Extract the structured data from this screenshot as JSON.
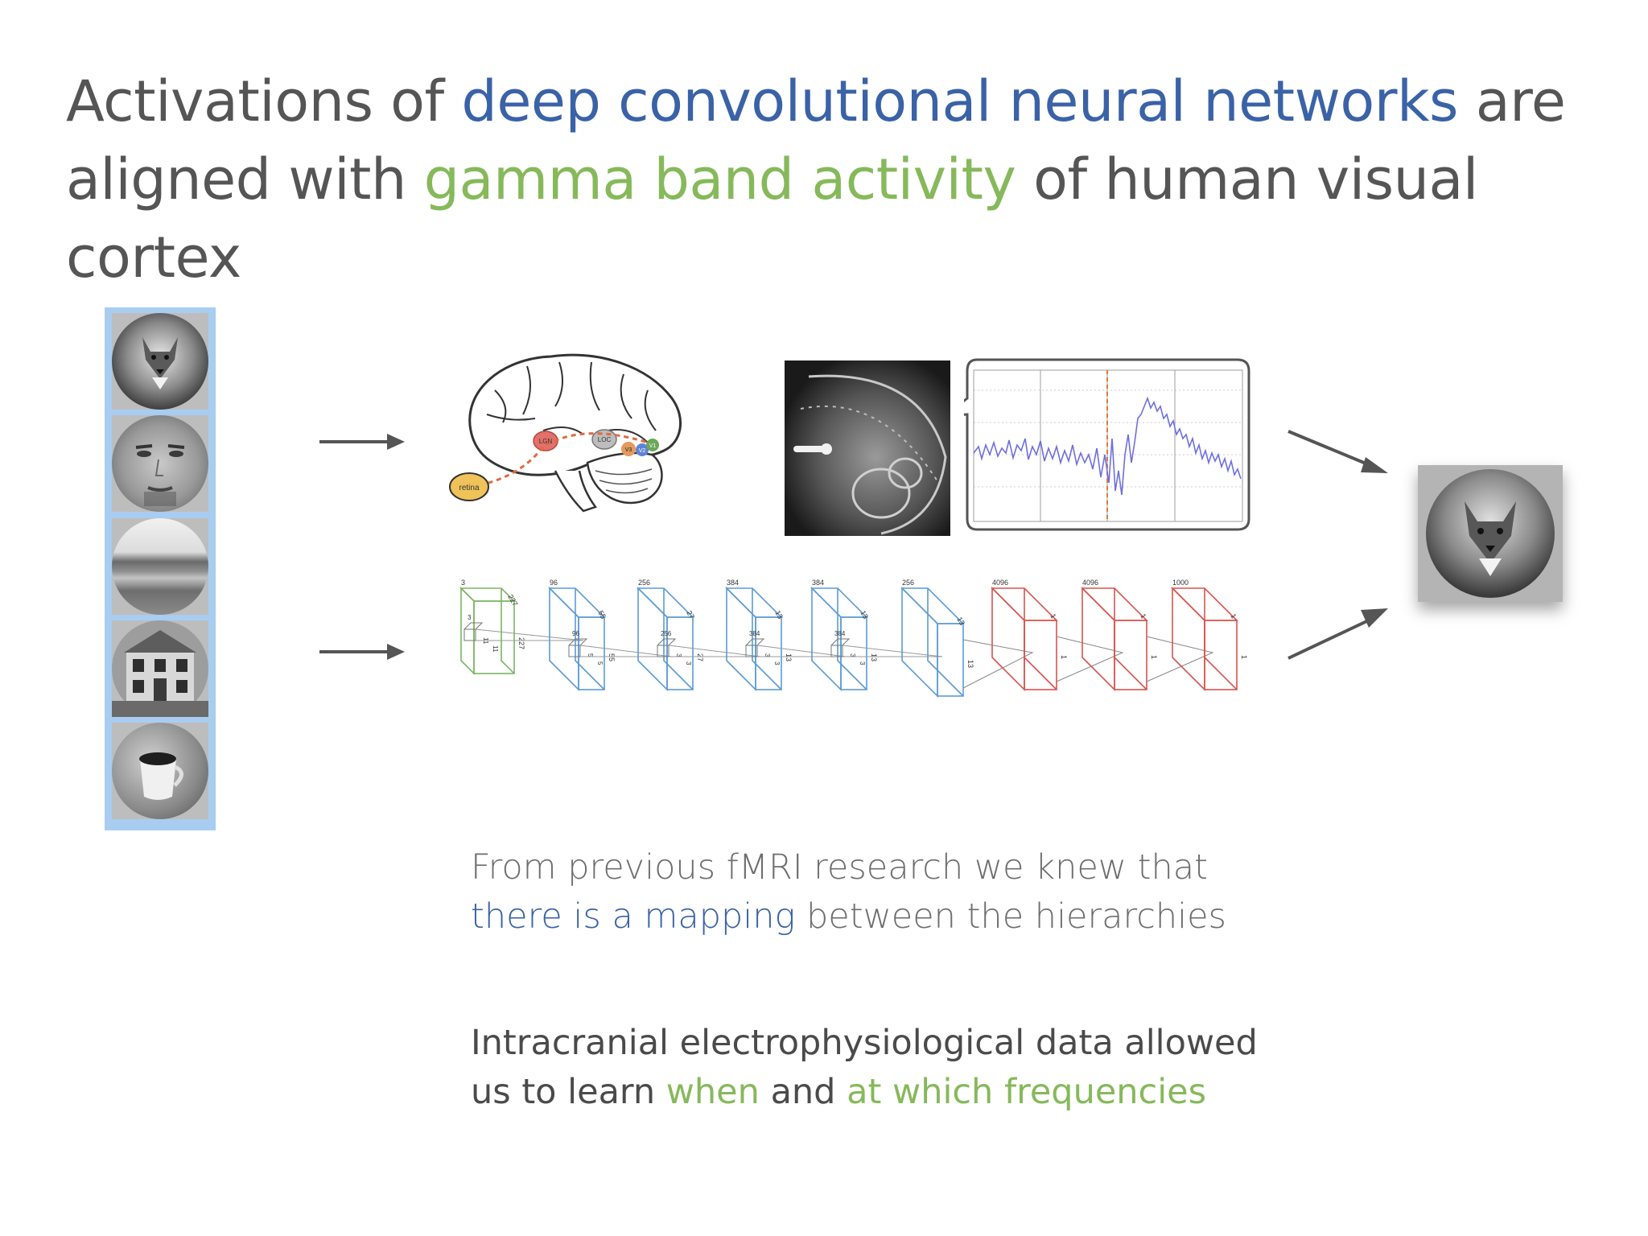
{
  "title": {
    "line1_pre": "Activations of ",
    "line1_highlight": "deep convolutional neural networks",
    "line1_post": " are",
    "line2_pre": "aligned with ",
    "line2_highlight": "gamma band activity",
    "line2_post": " of human visual cortex"
  },
  "brain_labels": {
    "retina": "retina",
    "lgn": "LGN",
    "loc": "LOC",
    "v3": "V3",
    "v2": "V2",
    "v1": "V1"
  },
  "cnn": {
    "layers": [
      {
        "depth": "3",
        "size": "227",
        "kernel": "11",
        "in": "3"
      },
      {
        "depth": "96",
        "size": "55",
        "kernel": "5",
        "in": "96"
      },
      {
        "depth": "256",
        "size": "27",
        "kernel": "3",
        "in": "256"
      },
      {
        "depth": "384",
        "size": "13",
        "kernel": "3",
        "in": "384"
      },
      {
        "depth": "384",
        "size": "13",
        "kernel": "3",
        "in": "384"
      },
      {
        "depth": "256",
        "size": "13",
        "kernel": "",
        "in": ""
      },
      {
        "depth": "4096",
        "size": "1",
        "kernel": "",
        "in": ""
      },
      {
        "depth": "4096",
        "size": "1",
        "kernel": "",
        "in": ""
      },
      {
        "depth": "1000",
        "size": "1",
        "kernel": "",
        "in": ""
      }
    ]
  },
  "paragraph1": {
    "line1": "From previous fMRI research we knew that",
    "line2_highlight": "there is a mapping",
    "line2_post": " between the hierarchies"
  },
  "paragraph2": {
    "line1": "Intracranial electrophysiological data allowed",
    "line2_pre": "us to learn ",
    "line2_h1": "when",
    "line2_mid": " and ",
    "line2_h2": "at which frequencies"
  },
  "colors": {
    "blue": "#3a62a7",
    "green": "#86b95a",
    "cnn_green": "#7bb662",
    "cnn_blue": "#5b9bd5",
    "cnn_red": "#d9534f",
    "stimulus_frame": "#a8cdf0"
  }
}
